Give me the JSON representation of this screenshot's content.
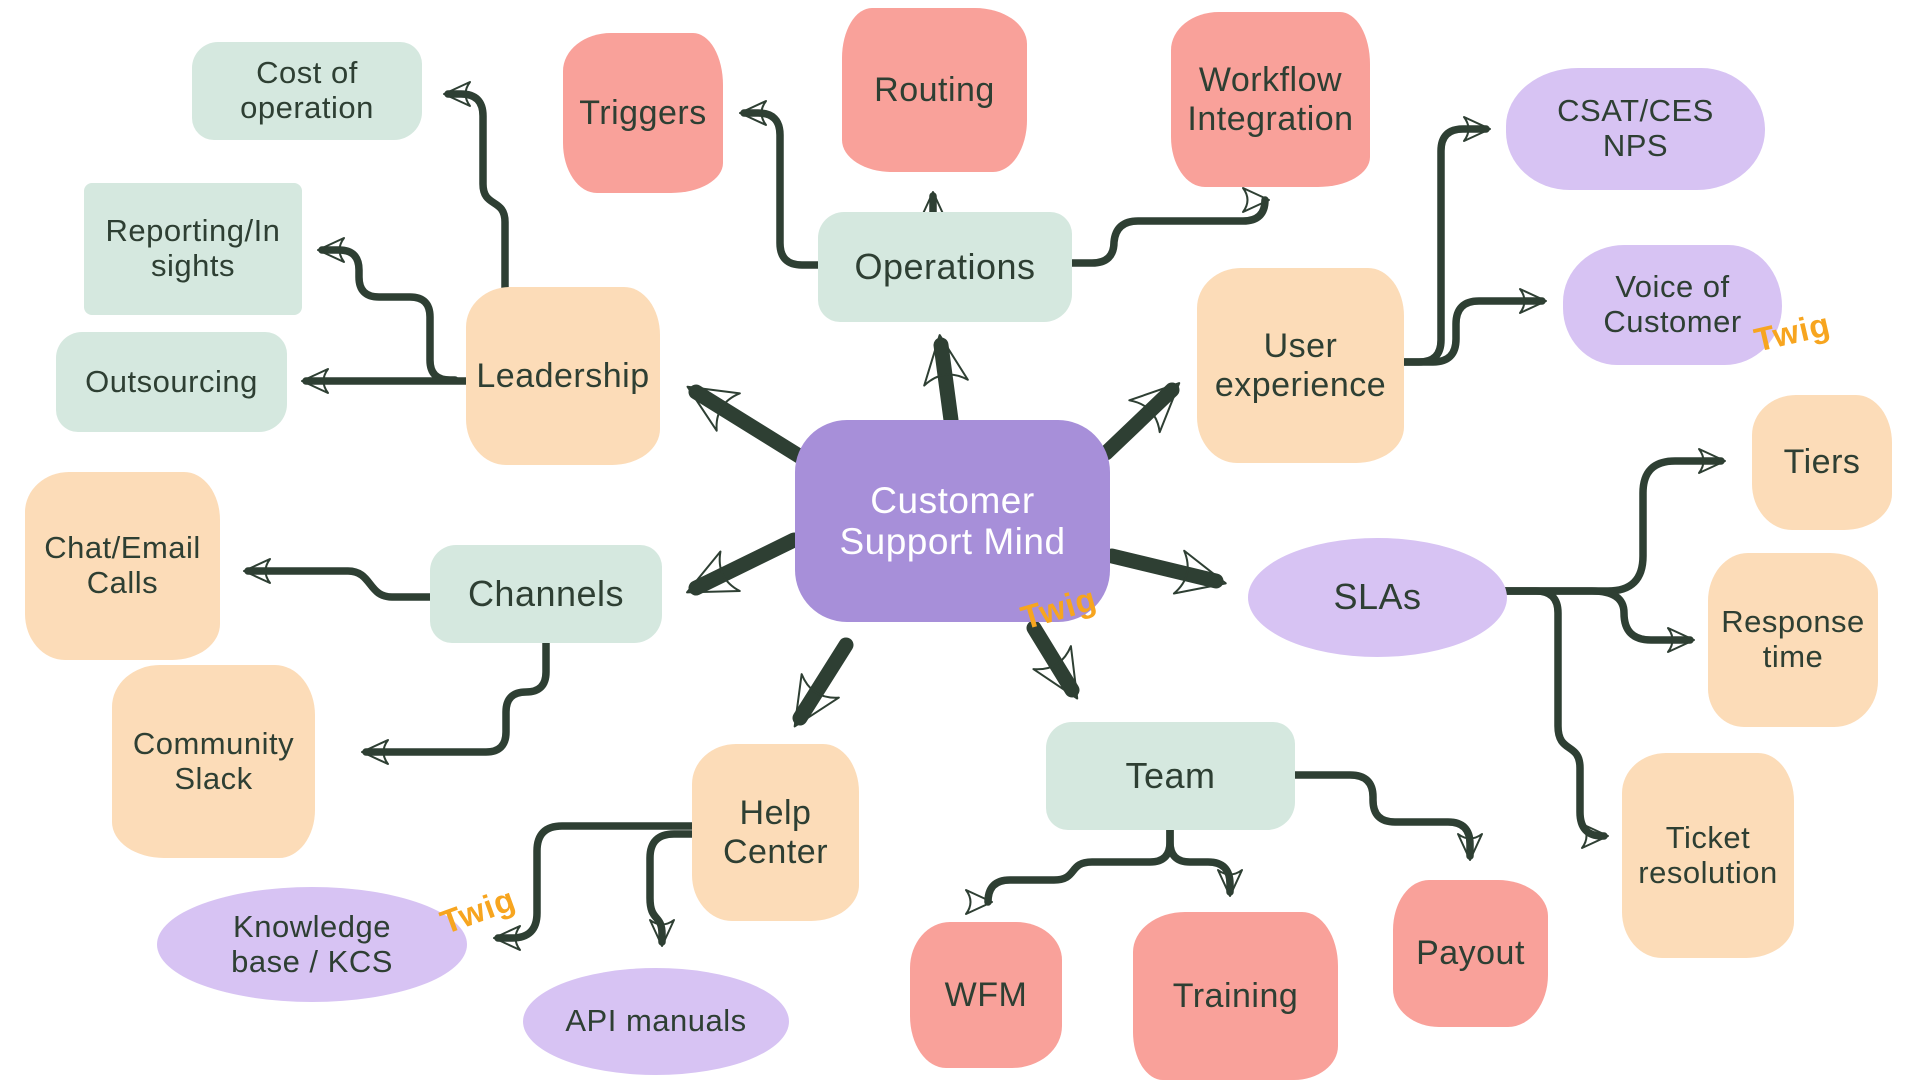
{
  "title": "Customer Support Mind",
  "watermark": {
    "text": "Twig",
    "color": "#f7a51f"
  },
  "colors": {
    "background": "#ffffff",
    "connector": "#2e3f33",
    "node_text": "#2e3f33",
    "center_fill": "#a78fd9",
    "center_text": "#ffffff",
    "mint_fill": "#d5e8df",
    "peach_fill": "#fcdcb8",
    "salmon_fill": "#f9a19a",
    "lavender_fill": "#d7c3f3",
    "watermark_orange": "#f7a51f"
  },
  "nodes": {
    "center": {
      "label": "Customer Support Mind",
      "lines": [
        "Customer",
        "Support Mind"
      ]
    },
    "operations": {
      "label": "Operations",
      "lines": [
        "Operations"
      ]
    },
    "triggers": {
      "label": "Triggers",
      "lines": [
        "Triggers"
      ]
    },
    "routing": {
      "label": "Routing",
      "lines": [
        "Routing"
      ]
    },
    "workflow": {
      "label": "Workflow Integration",
      "lines": [
        "Workflow",
        "Integration"
      ]
    },
    "leadership": {
      "label": "Leadership",
      "lines": [
        "Leadership"
      ]
    },
    "cost": {
      "label": "Cost of operation",
      "lines": [
        "Cost of",
        "operation"
      ]
    },
    "reporting": {
      "label": "Reporting/Insights",
      "lines": [
        "Reporting/In",
        "sights"
      ]
    },
    "outsourcing": {
      "label": "Outsourcing",
      "lines": [
        "Outsourcing"
      ]
    },
    "ux": {
      "label": "User experience",
      "lines": [
        "User",
        "experience"
      ]
    },
    "csat": {
      "label": "CSAT/CES NPS",
      "lines": [
        "CSAT/CES",
        "NPS"
      ]
    },
    "voice": {
      "label": "Voice of Customer",
      "lines": [
        "Voice of",
        "Customer"
      ]
    },
    "slas": {
      "label": "SLAs",
      "lines": [
        "SLAs"
      ]
    },
    "tiers": {
      "label": "Tiers",
      "lines": [
        "Tiers"
      ]
    },
    "response": {
      "label": "Response time",
      "lines": [
        "Response",
        "time"
      ]
    },
    "ticket": {
      "label": "Ticket resolution",
      "lines": [
        "Ticket",
        "resolution"
      ]
    },
    "channels": {
      "label": "Channels",
      "lines": [
        "Channels"
      ]
    },
    "chat": {
      "label": "Chat/Email Calls",
      "lines": [
        "Chat/Email",
        "Calls"
      ]
    },
    "community": {
      "label": "Community Slack",
      "lines": [
        "Community",
        "Slack"
      ]
    },
    "help": {
      "label": "Help Center",
      "lines": [
        "Help",
        "Center"
      ]
    },
    "kb": {
      "label": "Knowledge base / KCS",
      "lines": [
        "Knowledge",
        "base / KCS"
      ]
    },
    "api": {
      "label": "API manuals",
      "lines": [
        "API manuals"
      ]
    },
    "team": {
      "label": "Team",
      "lines": [
        "Team"
      ]
    },
    "wfm": {
      "label": "WFM",
      "lines": [
        "WFM"
      ]
    },
    "training": {
      "label": "Training",
      "lines": [
        "Training"
      ]
    },
    "payout": {
      "label": "Payout",
      "lines": [
        "Payout"
      ]
    }
  },
  "edges": [
    {
      "from": "center",
      "to": "operations",
      "style": "bold-arrow"
    },
    {
      "from": "center",
      "to": "leadership",
      "style": "bold-arrow"
    },
    {
      "from": "center",
      "to": "ux",
      "style": "bold-arrow"
    },
    {
      "from": "center",
      "to": "slas",
      "style": "bold-arrow"
    },
    {
      "from": "center",
      "to": "team",
      "style": "bold-arrow"
    },
    {
      "from": "center",
      "to": "help",
      "style": "bold-arrow"
    },
    {
      "from": "center",
      "to": "channels",
      "style": "bold-arrow"
    },
    {
      "from": "operations",
      "to": "triggers",
      "style": "elbow-arrow"
    },
    {
      "from": "operations",
      "to": "routing",
      "style": "elbow-arrow"
    },
    {
      "from": "operations",
      "to": "workflow",
      "style": "elbow-arrow"
    },
    {
      "from": "leadership",
      "to": "cost",
      "style": "elbow-arrow"
    },
    {
      "from": "leadership",
      "to": "reporting",
      "style": "elbow-arrow"
    },
    {
      "from": "leadership",
      "to": "outsourcing",
      "style": "elbow-arrow"
    },
    {
      "from": "ux",
      "to": "csat",
      "style": "elbow-arrow"
    },
    {
      "from": "ux",
      "to": "voice",
      "style": "elbow-arrow"
    },
    {
      "from": "slas",
      "to": "tiers",
      "style": "elbow-arrow"
    },
    {
      "from": "slas",
      "to": "response",
      "style": "elbow-arrow"
    },
    {
      "from": "slas",
      "to": "ticket",
      "style": "elbow-arrow"
    },
    {
      "from": "channels",
      "to": "chat",
      "style": "elbow-arrow"
    },
    {
      "from": "channels",
      "to": "community",
      "style": "elbow-arrow"
    },
    {
      "from": "help",
      "to": "kb",
      "style": "elbow-arrow"
    },
    {
      "from": "help",
      "to": "api",
      "style": "elbow-arrow"
    },
    {
      "from": "team",
      "to": "wfm",
      "style": "elbow-arrow"
    },
    {
      "from": "team",
      "to": "training",
      "style": "elbow-arrow"
    },
    {
      "from": "team",
      "to": "payout",
      "style": "elbow-arrow"
    }
  ]
}
